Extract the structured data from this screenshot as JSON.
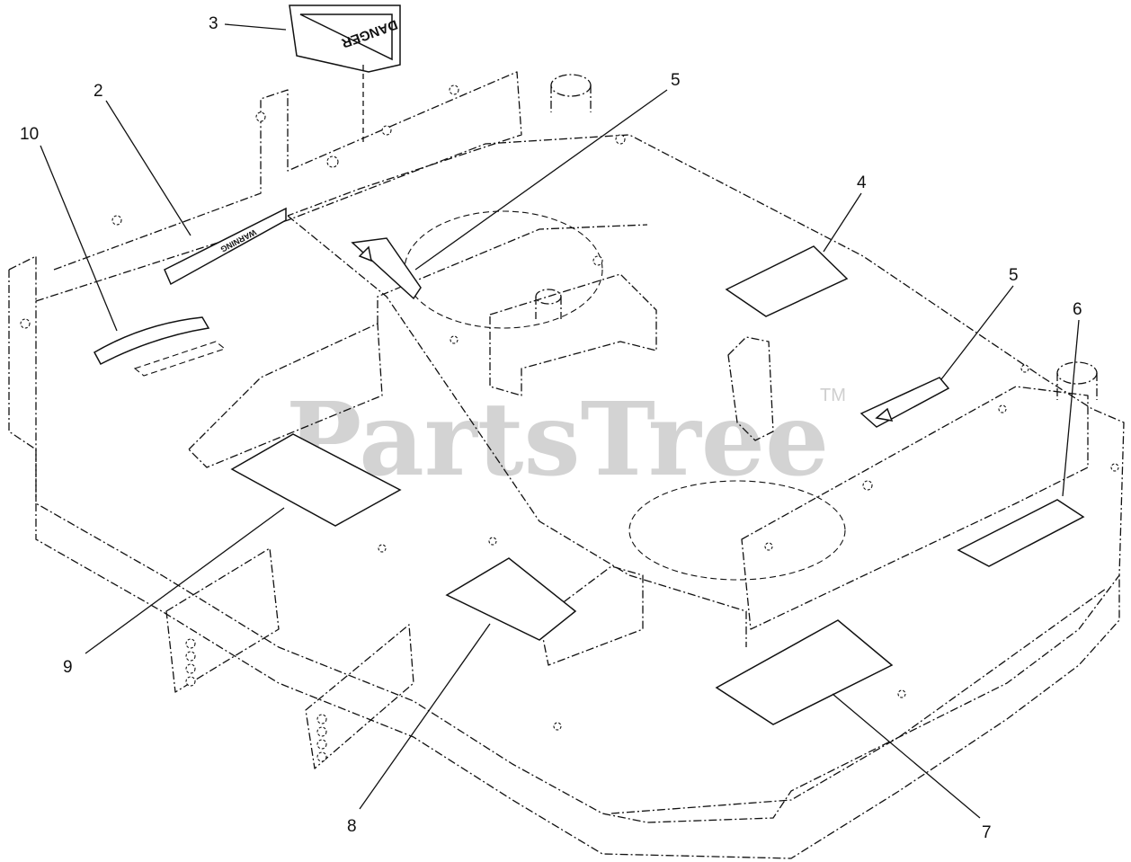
{
  "watermark": {
    "brand": "PartsTree",
    "mark": "TM"
  },
  "decal_text": {
    "danger": "DANGER",
    "warning": "WARNING"
  },
  "callouts": {
    "c1": "3",
    "c2": "2",
    "c3": "10",
    "c4": "5",
    "c5": "4",
    "c6": "5",
    "c7": "6",
    "c8": "9",
    "c9": "8",
    "c10": "7"
  }
}
